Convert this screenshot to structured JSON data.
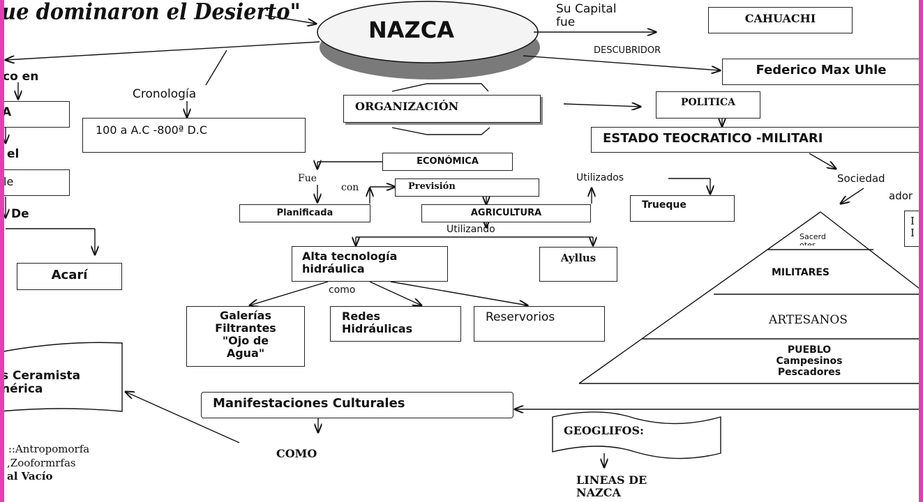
{
  "title_fragment": "ue dominaron el Desierto\"",
  "central": "NAZCA",
  "capital": {
    "label": "Su Capital\nfue",
    "value": "CAHUACHI"
  },
  "discoverer": {
    "label": "DESCUBRIDOR",
    "value": "Federico Max Uhle"
  },
  "chronology": {
    "label": "Cronología",
    "value": "100 a A.C -800ª D.C"
  },
  "left_column": {
    "l1": "co en",
    "l2": "A",
    "l3": "el",
    "l4": "le",
    "l5": "De",
    "l6": "Acarí",
    "ceramics": "s Ceramista\nnérica",
    "styles": [
      ":  ::Antropomorfa",
      ",Zooformrfas",
      "al Vacío"
    ]
  },
  "organization": "ORGANIZACIÓN",
  "politics": {
    "label": "POLITICA",
    "value": "ESTADO TEOCRATICO -MILITARI",
    "sociedad": "Sociedad",
    "adore": "ador",
    "right_box": "I\nI"
  },
  "economics": {
    "title": "ECONÓMICA",
    "fue": "Fue",
    "planificada": "Planificada",
    "con": "con",
    "prevision": "Previsión",
    "agricultura": "AGRICULTURA",
    "utilizados": "Utilizados",
    "trueque": "Trueque",
    "utilizando": "Utilizando",
    "tech": "Alta tecnología\nhidráulica",
    "ayllus": "Ayllus",
    "como": "como",
    "galerias": "Galerías\nFiltrantes\n\"Ojo de\nAgua\"",
    "redes": "Redes\nHidráulicas",
    "reservorios": "Reservorios"
  },
  "pyramid": {
    "top": "Sacerd\notes",
    "l2": "MILITARES",
    "l3": "ARTESANOS",
    "l4": "PUEBLO\nCampesinos\nPescadores"
  },
  "culture": {
    "title": "Manifestaciones Culturales",
    "como": "COMO",
    "geoglifos": "GEOGLIFOS:",
    "lineas": "LINEAS DE\nNAZCA"
  }
}
